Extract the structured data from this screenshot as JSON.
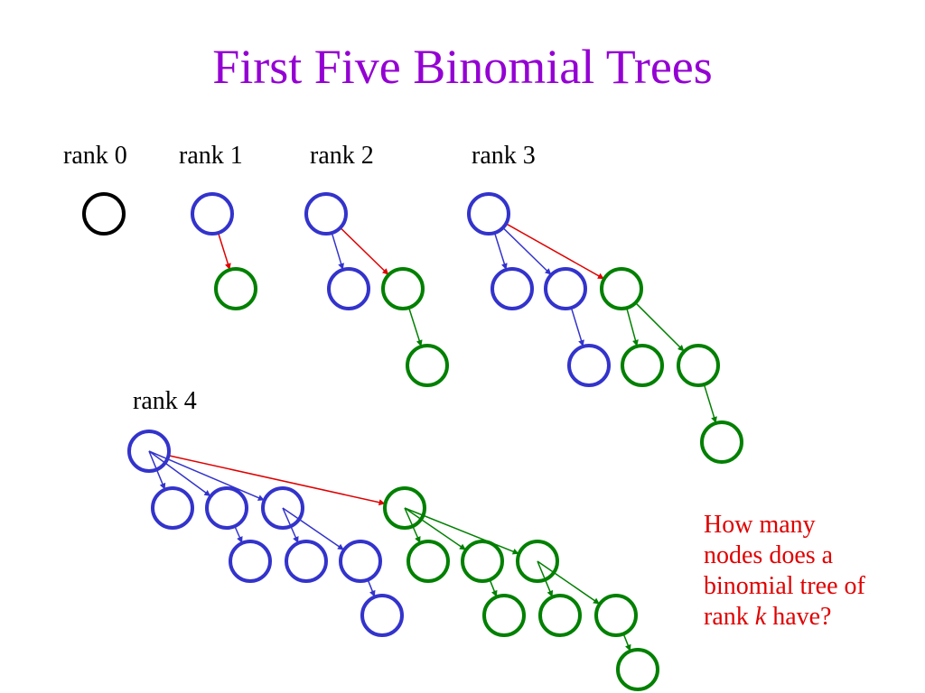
{
  "title": "First Five Binomial Trees",
  "colors": {
    "title": "#9400D3",
    "root": "#000000",
    "blue": "#3333CC",
    "green": "#008000",
    "red": "#E00000",
    "question": "#E00000"
  },
  "rank_labels": [
    "rank 0",
    "rank 1",
    "rank 2",
    "rank 3",
    "rank 4"
  ],
  "question": {
    "lines": [
      "How many",
      "nodes does a",
      "binomial tree of"
    ],
    "last_prefix": "rank ",
    "last_var": "k",
    "last_suffix": " have?"
  }
}
